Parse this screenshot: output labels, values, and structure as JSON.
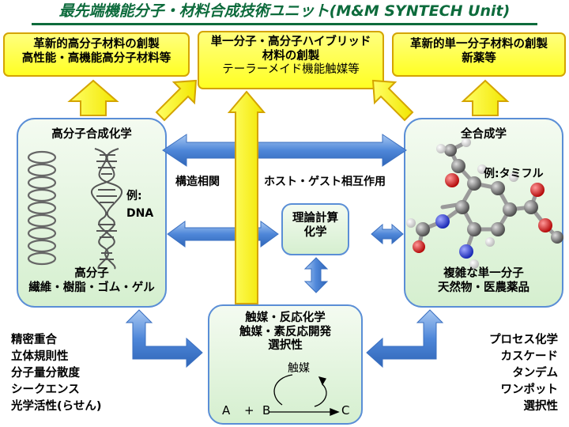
{
  "title": "最先端機能分子・材料合成技術ユニット(M&M SYNTECH Unit)",
  "top_boxes": {
    "left": [
      "革新的高分子材料の創製",
      "高性能・高機能高分子材料等"
    ],
    "center": [
      "単一分子・高分子ハイブリッド",
      "材料の創製",
      "テーラーメイド機能触媒等"
    ],
    "right": [
      "革新的単一分子材料の創製",
      "新薬等"
    ]
  },
  "polymer": {
    "heading": "高分子合成化学",
    "example": "例:",
    "example_value": "DNA",
    "caption": [
      "高分子",
      "繊維・樹脂・ゴム・ゲル"
    ]
  },
  "total_synthesis": {
    "heading": "全合成学",
    "example": "例:タミフル",
    "caption": [
      "複雑な単一分子",
      "天然物・医農薬品"
    ]
  },
  "arrow_labels": {
    "structure": "構造相関",
    "host_guest": "ホスト・ゲスト相互作用"
  },
  "theory": [
    "理論計算",
    "化学"
  ],
  "catalysis": {
    "heading": [
      "触媒・反応化学",
      "触媒・素反応開発",
      "選択性"
    ],
    "cycle_label": "触媒",
    "equation": {
      "a": "A",
      "plus": "+",
      "b": "B",
      "c": "C"
    }
  },
  "left_list": [
    "精密重合",
    "立体規則性",
    "分子量分散度",
    "シークエンス",
    "光学活性(らせん)"
  ],
  "right_list": [
    "プロセス化学",
    "カスケード",
    "タンデム",
    "ワンポット",
    "選択性"
  ],
  "colors": {
    "title_green": "#0d6b3c",
    "yellow": "#ffff33",
    "yellow_edge": "#d4a400",
    "green_fill": "#e4f6df",
    "blue_edge": "#5a8ed6",
    "arrow_blue": "#4f87d9"
  }
}
